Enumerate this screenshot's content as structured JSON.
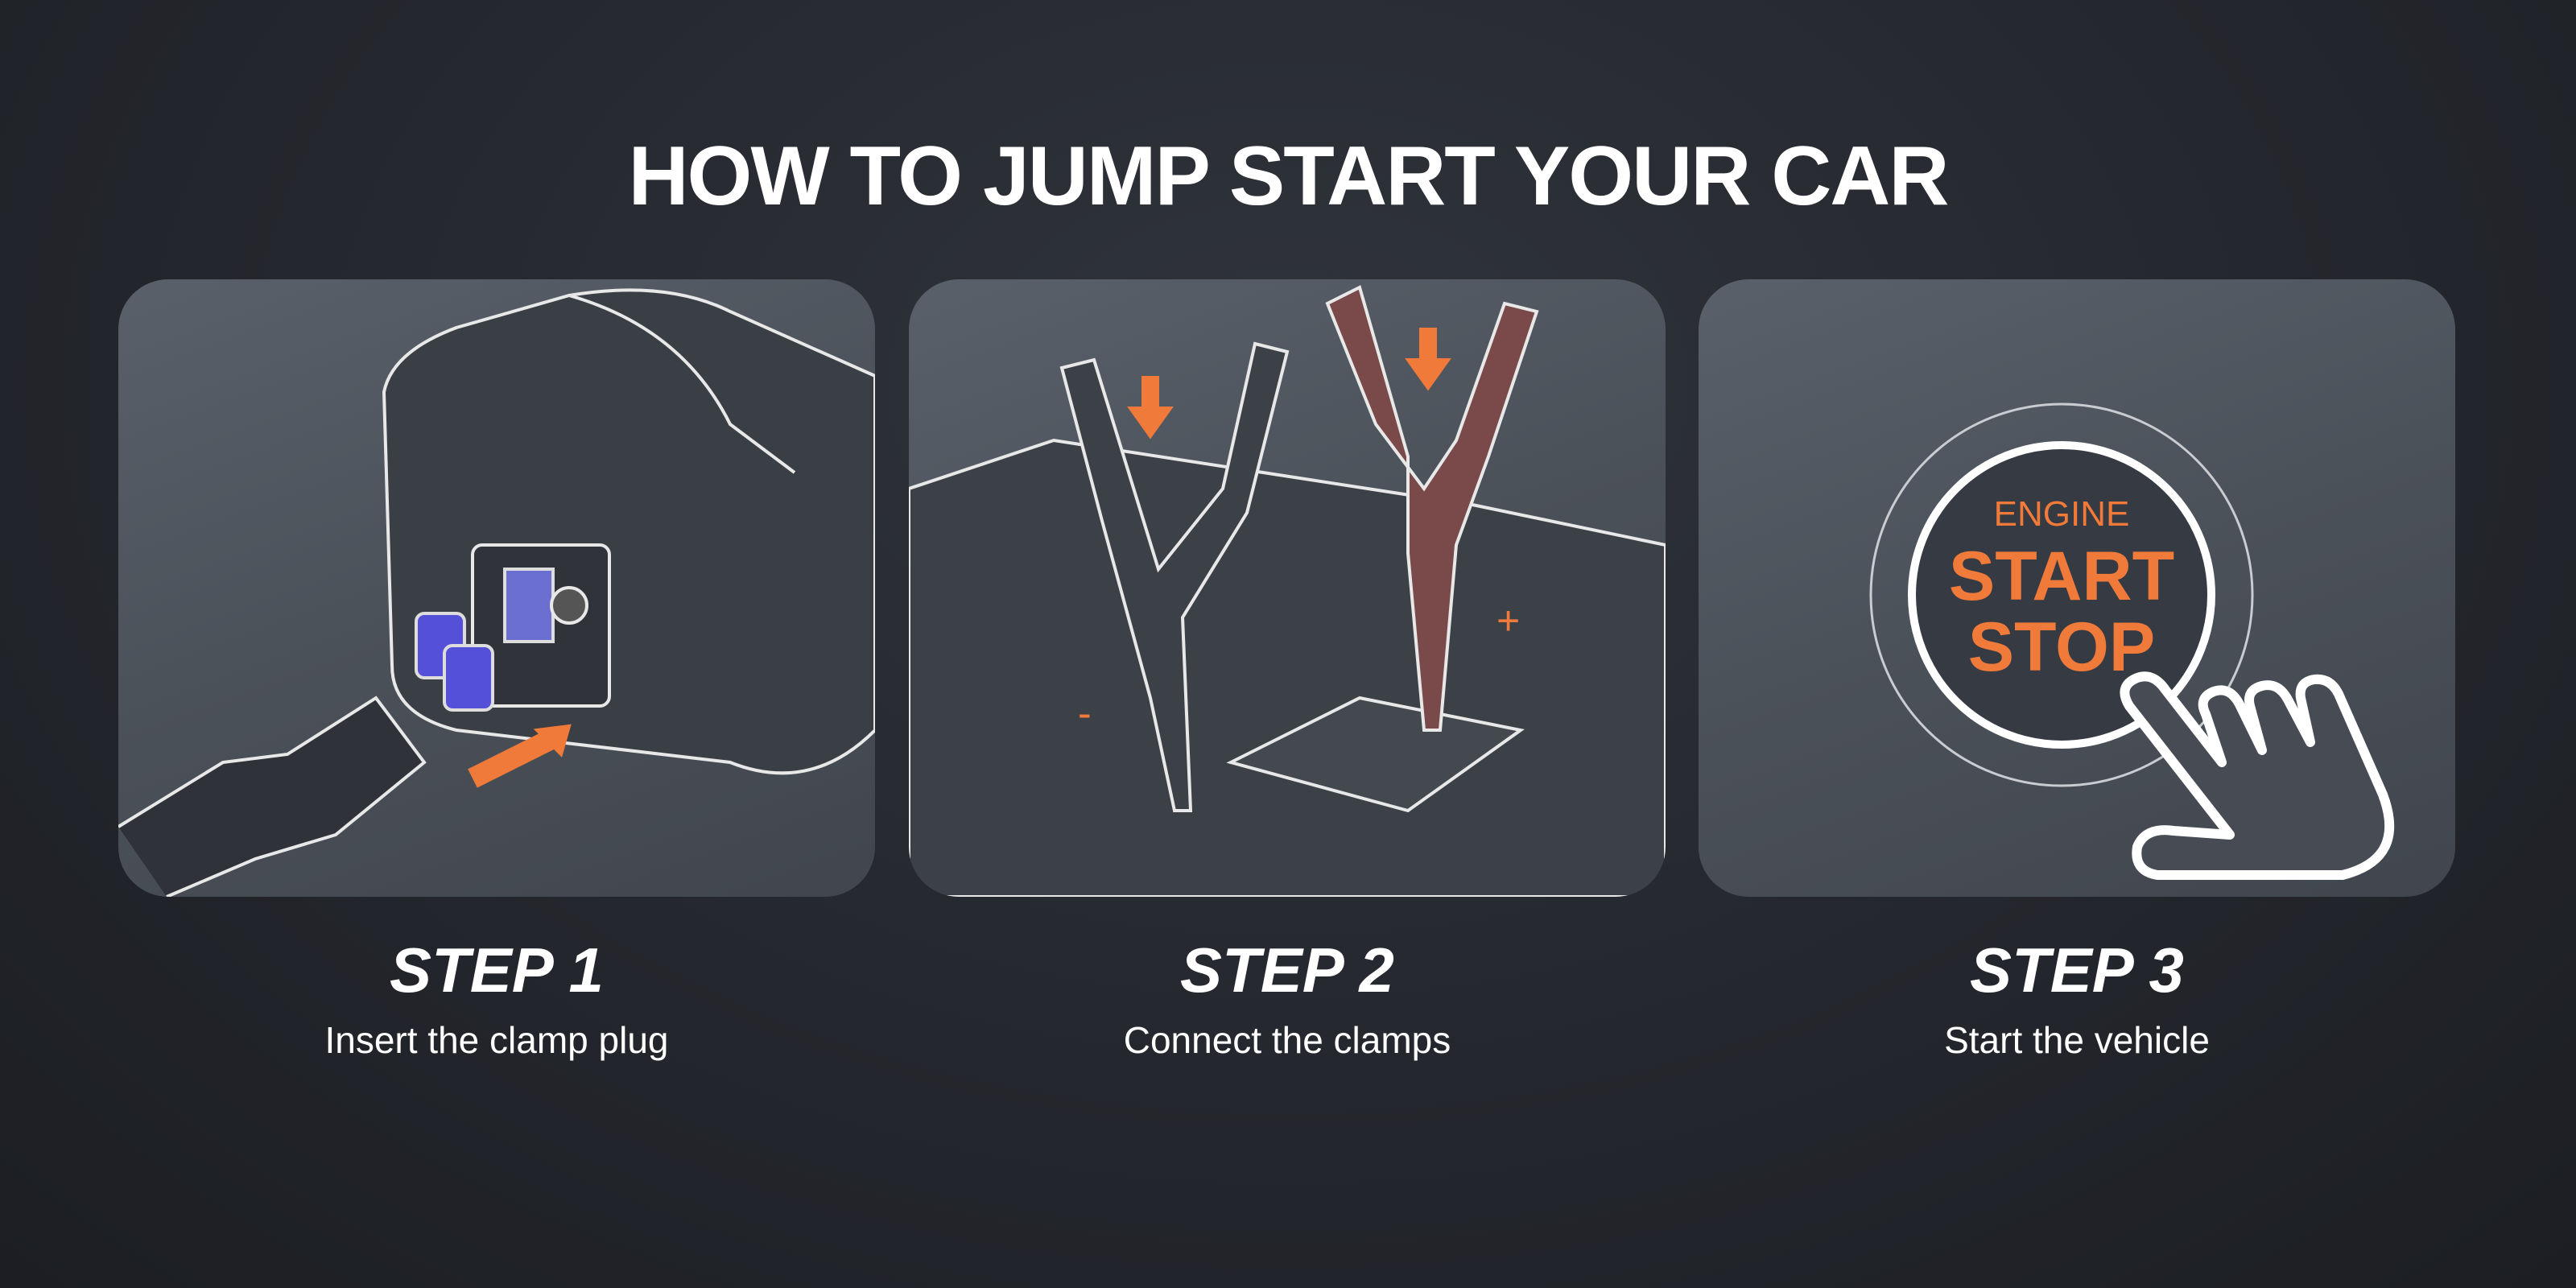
{
  "title": "HOW TO JUMP START YOUR CAR",
  "colors": {
    "accent": "#f07a3a",
    "background": "#24272d",
    "panel": "#4b5159"
  },
  "steps": [
    {
      "label": "STEP 1",
      "description": "Insert the clamp plug"
    },
    {
      "label": "STEP 2",
      "description": "Connect the clamps",
      "polarity_negative": "-",
      "polarity_positive": "+"
    },
    {
      "label": "STEP 3",
      "description": "Start the vehicle",
      "button_top": "ENGINE",
      "button_line1": "START",
      "button_line2": "STOP"
    }
  ]
}
